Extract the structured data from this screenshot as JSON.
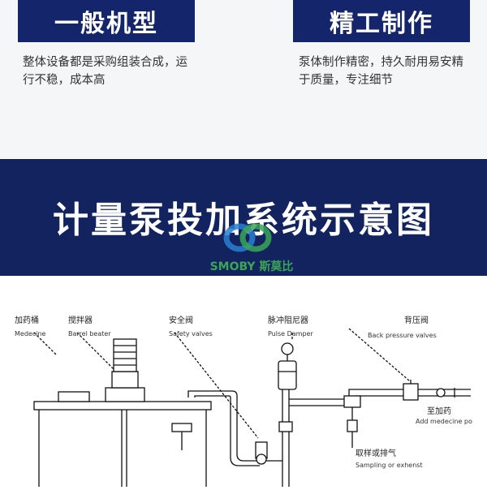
{
  "cards": [
    {
      "title": "一般机型",
      "description": "整体设备都是采购组装合成，运行不稳，成本高"
    },
    {
      "title": "精工制作",
      "description": "泵体制作精密，持久耐用易安精于质量，专注细节"
    }
  ],
  "banner": {
    "title": "计量泵投加系统示意图",
    "logo_text": "SMOBY 斯莫比"
  },
  "diagram_labels": {
    "medecine_cn": "加药桶",
    "medecine_en": "Medecine",
    "barrel_cn": "搅拌器",
    "barrel_en": "Barrel beater",
    "safety_cn": "安全阀",
    "safety_en": "Safety valves",
    "pulse_cn": "脉冲阻尼器",
    "pulse_en": "Pulse Damper",
    "backp_cn": "背压阀",
    "backp_en": "Back pressure valves",
    "add_cn": "至加药",
    "add_en": "Add medecine po",
    "sample_cn": "取样或排气",
    "sample_en": "Sampling or exhenst"
  },
  "colors": {
    "navy": "#14256b",
    "banner": "#13235f",
    "logo_green": "#3aa655",
    "logo_blue": "#2a7fd0"
  }
}
